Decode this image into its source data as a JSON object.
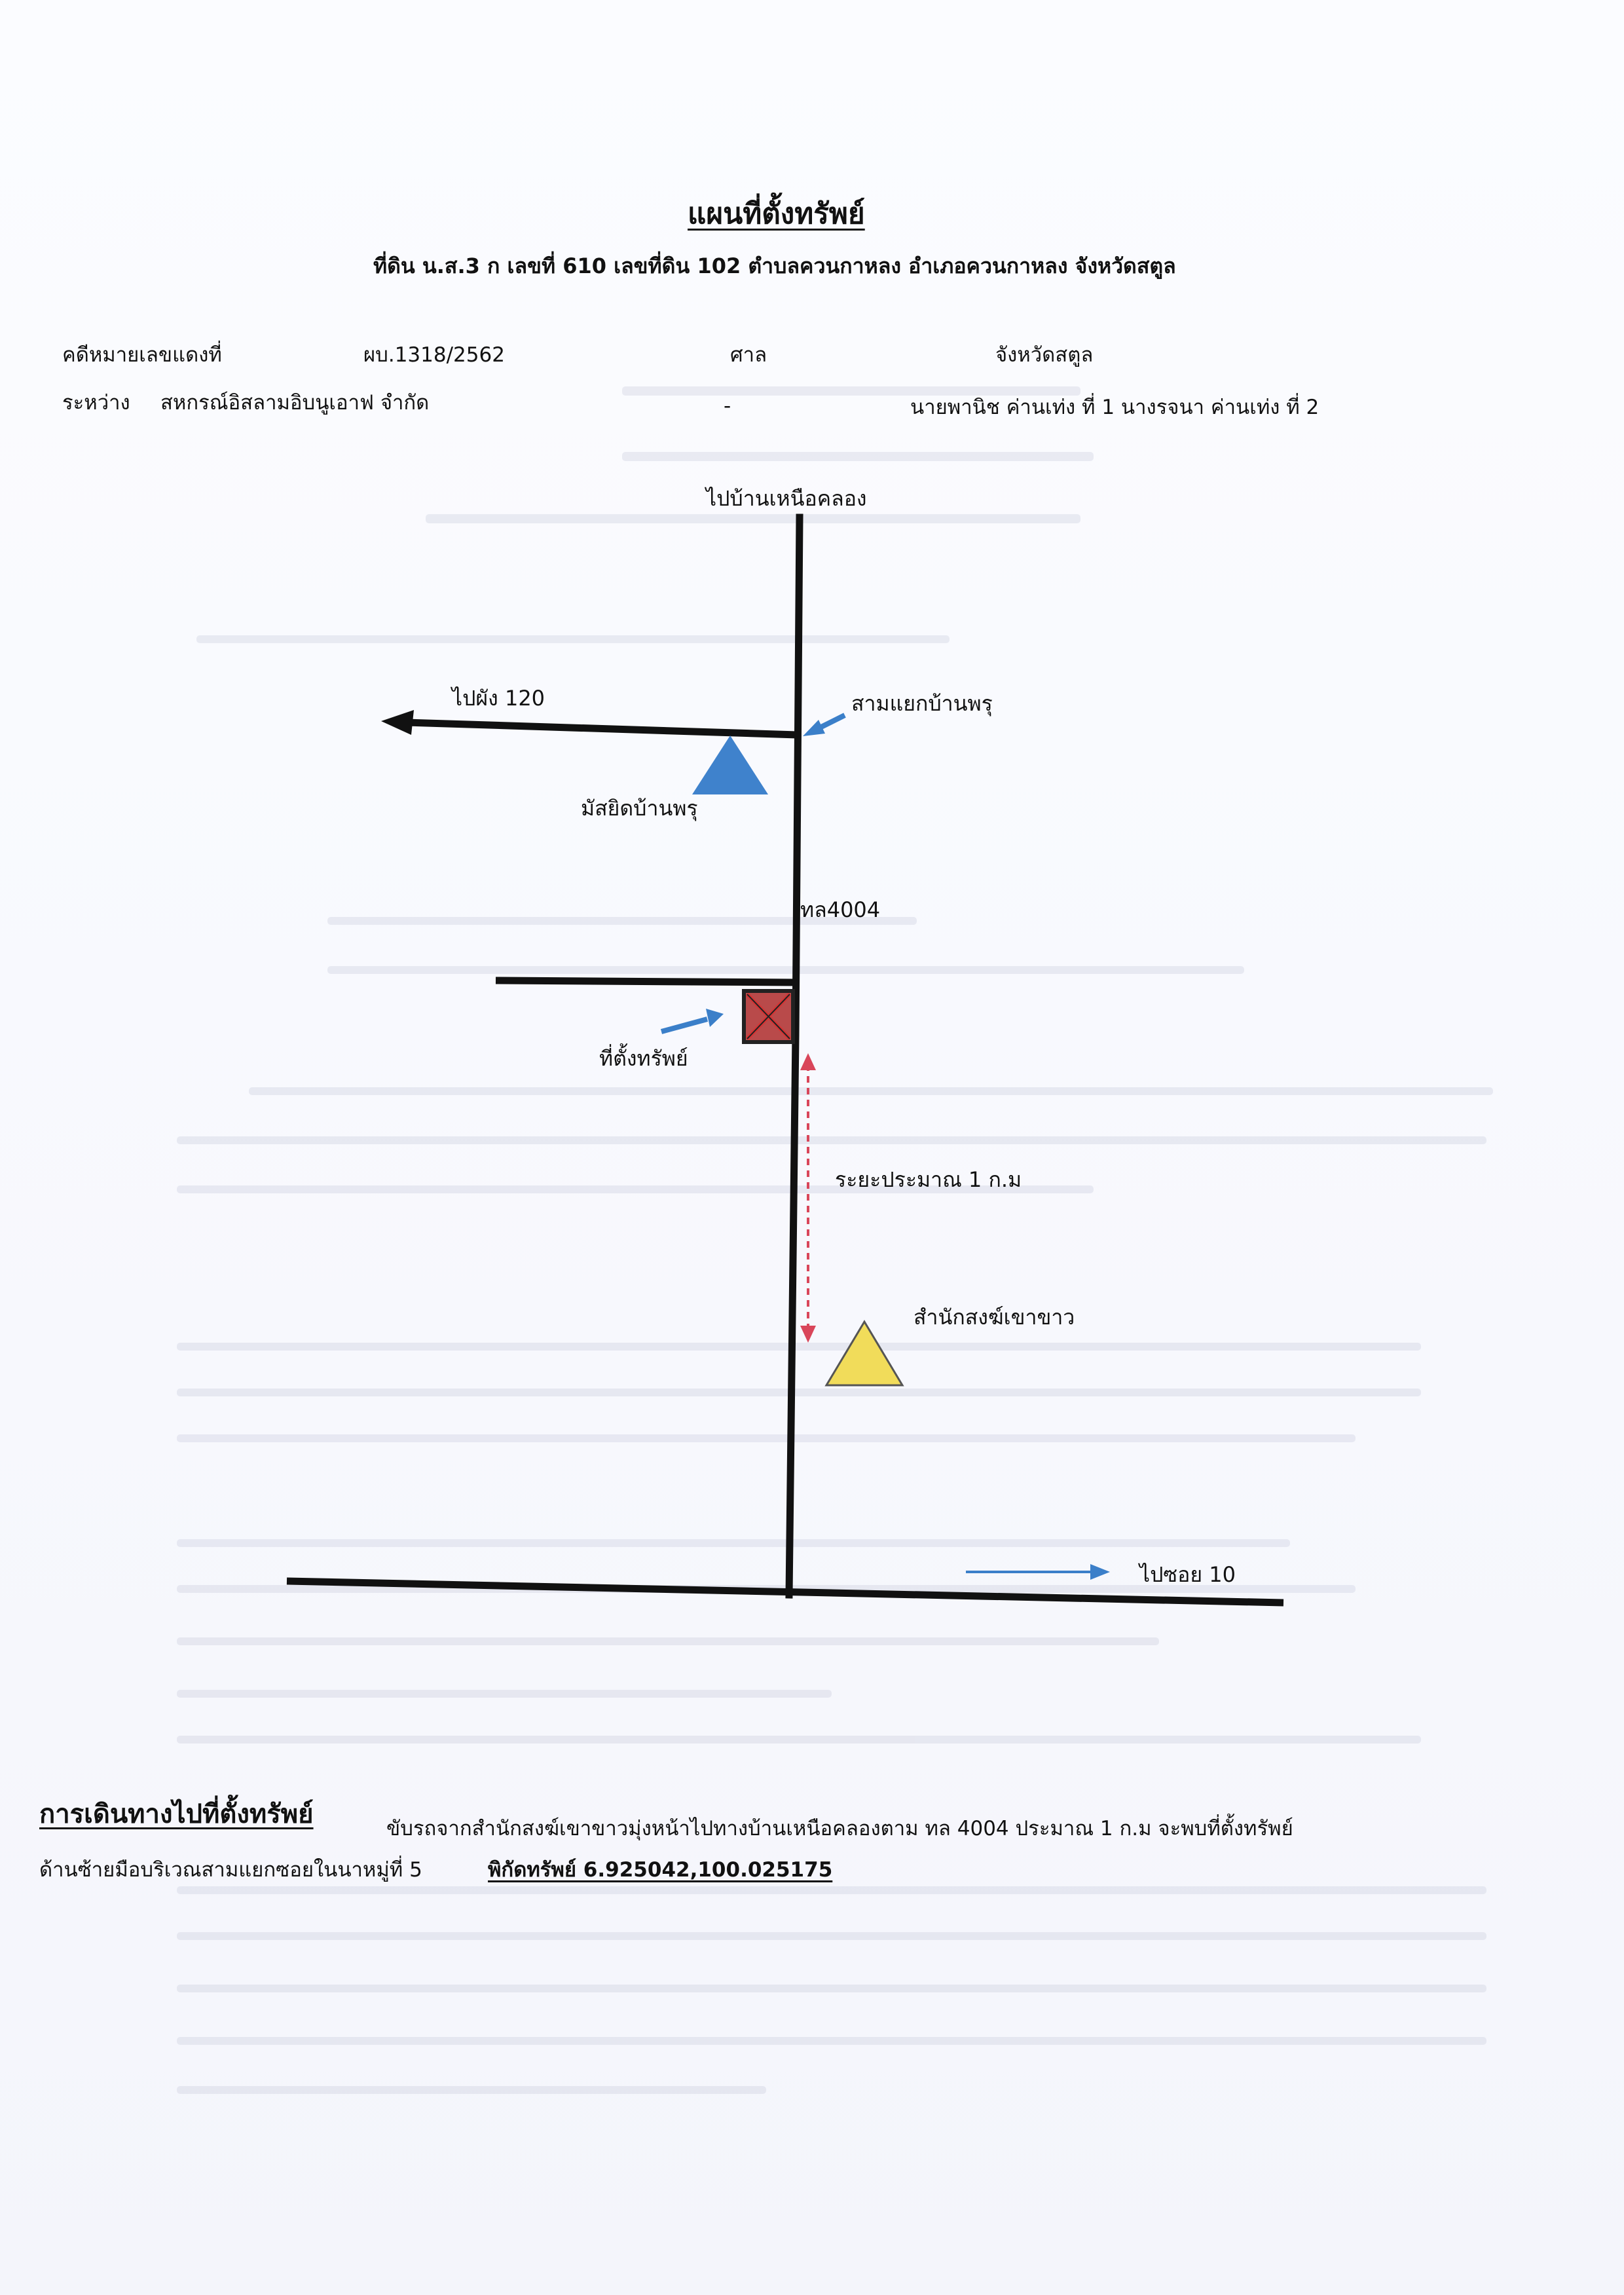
{
  "document": {
    "title": "แผนที่ตั้งทรัพย์",
    "subtitle": "ที่ดิน น.ส.3 ก เลขที่ 610 เลขที่ดิน 102 ตำบลควนกาหลง อำเภอควนกาหลง จังหวัดสตูล"
  },
  "case_info": {
    "case_label": "คดีหมายเลขแดงที่",
    "case_number": "ผบ.1318/2562",
    "court_label": "ศาล",
    "court_value": "จังหวัดสตูล",
    "between_label": "ระหว่าง",
    "plaintiff": "สหกรณ์อิสลามอิบนูเอาฟ จำกัด",
    "separator": "-",
    "defendants": "นายพานิช ค่านเท่ง ที่ 1 นางรจนา  ค่านเท่ง ที่ 2"
  },
  "map": {
    "labels": {
      "north": "ไปบ้านเหนือคลอง",
      "west_road": "ไปผัง 120",
      "junction": "สามแยกบ้านพรุ",
      "mosque": "มัสยิดบ้านพรุ",
      "highway": "ทล4004",
      "property": "ที่ตั้งทรัพย์",
      "distance": "ระยะประมาณ 1 ก.ม",
      "monastery": "สำนักสงฆ์เขาขาว",
      "east_road": "ไปซอย 10"
    },
    "colors": {
      "road": "#111111",
      "arrow_blue": "#3b7fc9",
      "mosque_triangle": "#3f82cc",
      "monastery_triangle": "#f1dc5a",
      "property_fill": "#b94a4a",
      "property_cross": "#d63333",
      "distance_line": "#d9465a"
    }
  },
  "directions": {
    "heading": "การเดินทางไปที่ตั้งทรัพย์",
    "line1": "ขับรถจากสำนักสงฆ์เขาขาวมุ่งหน้าไปทางบ้านเหนือคลองตาม ทล 4004 ประมาณ 1 ก.ม จะพบที่ตั้งทรัพย์",
    "line2": "ด้านซ้ายมือบริเวณสามแยกซอยในนาหมู่ที่ 5",
    "coords_label": "พิกัดทรัพย์ 6.925042,100.025175"
  }
}
